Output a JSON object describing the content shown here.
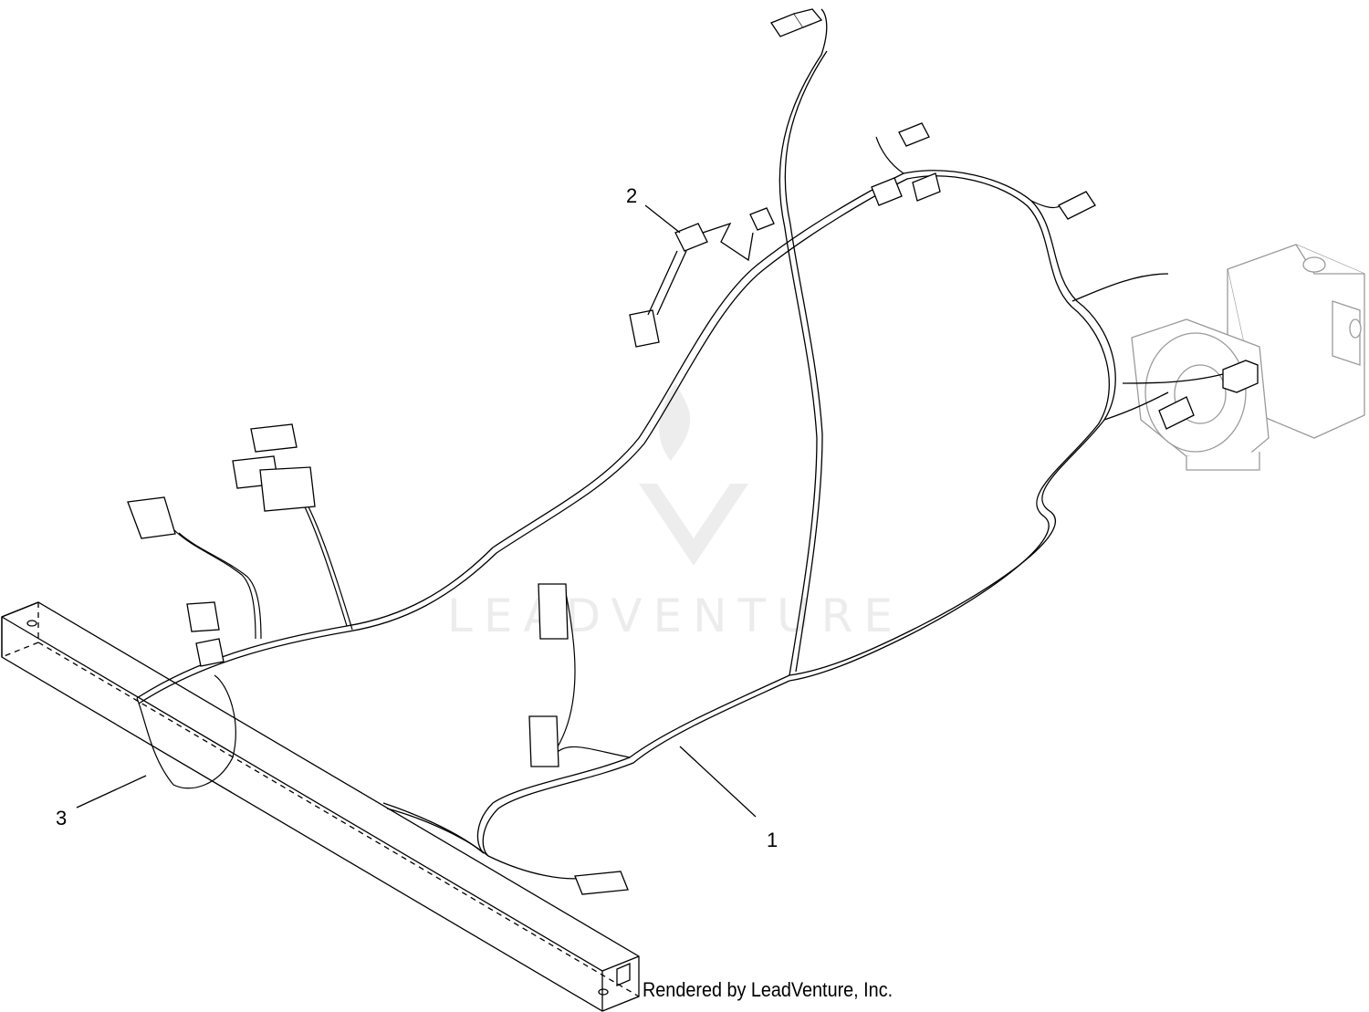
{
  "diagram": {
    "callouts": [
      {
        "id": "1",
        "label": "1"
      },
      {
        "id": "2",
        "label": "2"
      },
      {
        "id": "3",
        "label": "3"
      }
    ],
    "watermark": "LEADVENTURE",
    "credit": "Rendered by LeadVenture, Inc.",
    "colors": {
      "line": "#000000",
      "watermark": "#ececec",
      "background": "#ffffff"
    }
  }
}
